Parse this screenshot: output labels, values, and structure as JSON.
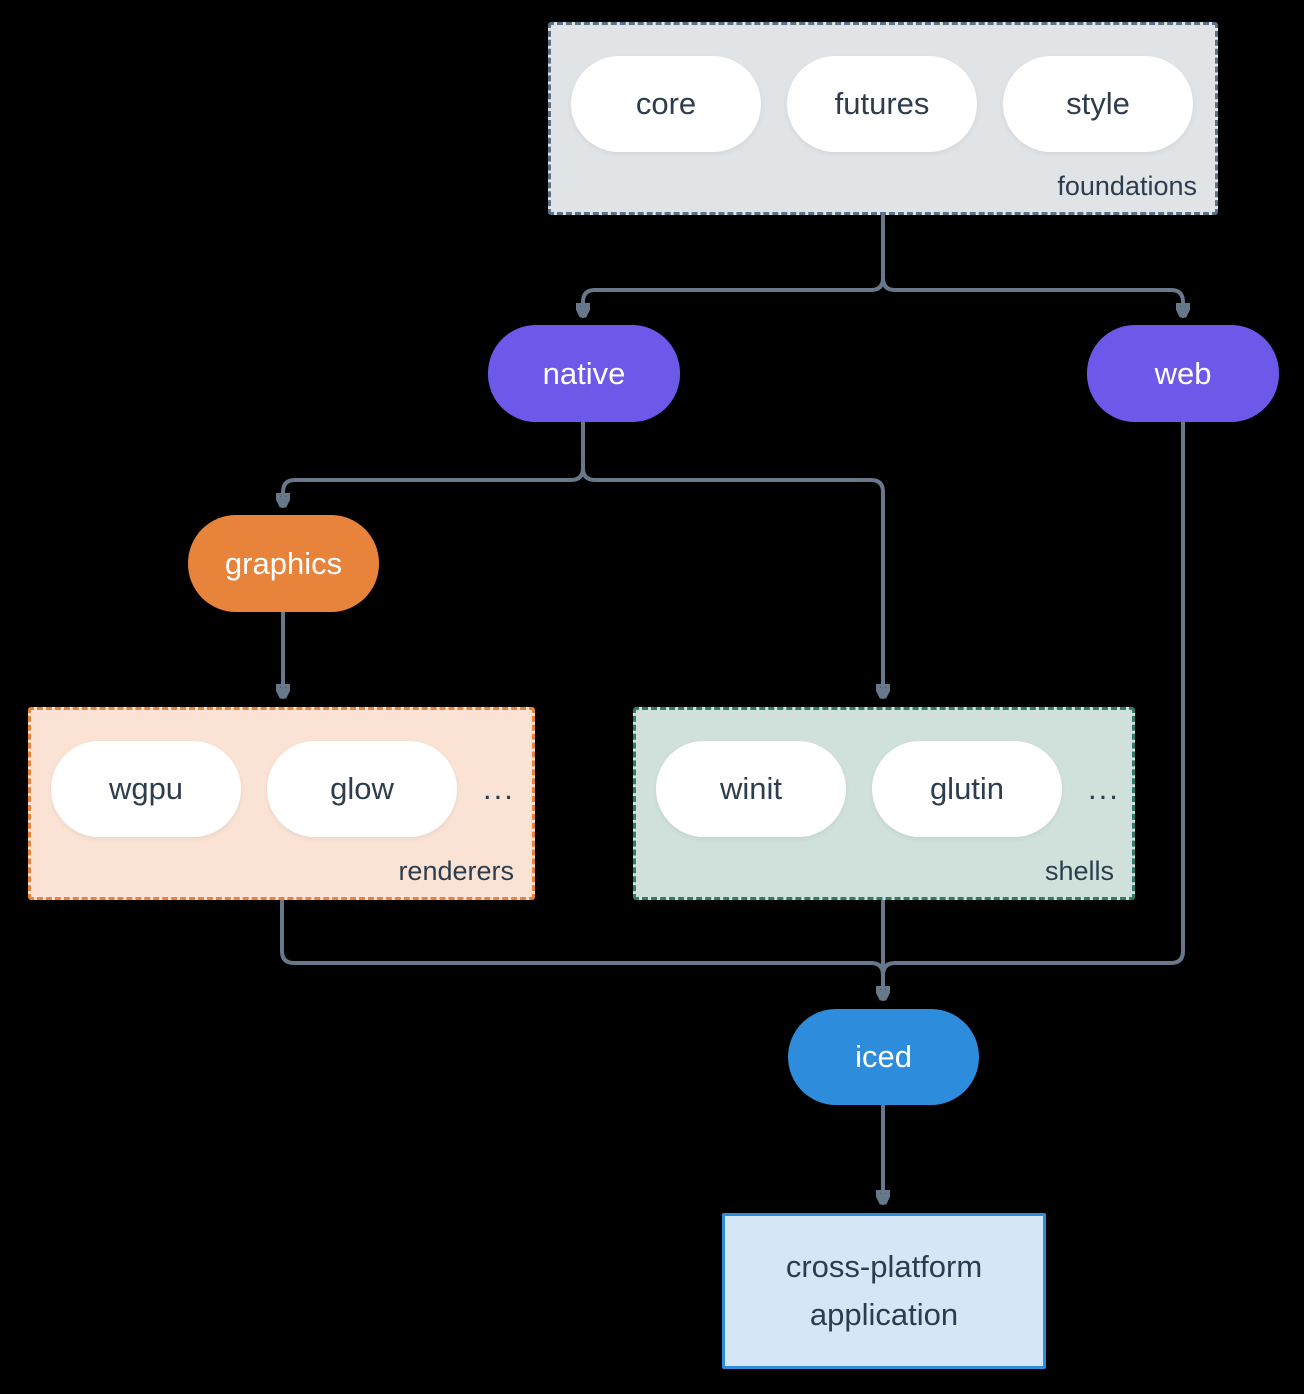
{
  "diagram": {
    "background": "#000000",
    "arrow_color": "#67788a",
    "pill_fill": "#ffffff",
    "pill_text_color": "#2e3d4d"
  },
  "groups": {
    "foundations": {
      "label": "foundations",
      "items": [
        "core",
        "futures",
        "style"
      ],
      "fill": "#e0e4e7",
      "border": "#5d7186"
    },
    "renderers": {
      "label": "renderers",
      "items": [
        "wgpu",
        "glow"
      ],
      "more": "...",
      "fill": "#fae3d5",
      "border": "#e8833c"
    },
    "shells": {
      "label": "shells",
      "items": [
        "winit",
        "glutin"
      ],
      "more": "...",
      "fill": "#d0e1dc",
      "border": "#2f7d68"
    }
  },
  "nodes": {
    "native": {
      "label": "native",
      "color": "#6c59e9"
    },
    "web": {
      "label": "web",
      "color": "#6c59e9"
    },
    "graphics": {
      "label": "graphics",
      "color": "#e8833c"
    },
    "iced": {
      "label": "iced",
      "color": "#2e8cdc"
    },
    "app": {
      "label": "cross-platform application",
      "fill": "#d5e6f7",
      "border": "#2e8cdc"
    }
  },
  "edges": [
    {
      "from": "foundations",
      "to": "native"
    },
    {
      "from": "foundations",
      "to": "web"
    },
    {
      "from": "native",
      "to": "graphics"
    },
    {
      "from": "native",
      "to": "shells"
    },
    {
      "from": "graphics",
      "to": "renderers"
    },
    {
      "from": "renderers",
      "to": "iced"
    },
    {
      "from": "shells",
      "to": "iced"
    },
    {
      "from": "web",
      "to": "iced"
    },
    {
      "from": "iced",
      "to": "cross-platform application"
    }
  ]
}
